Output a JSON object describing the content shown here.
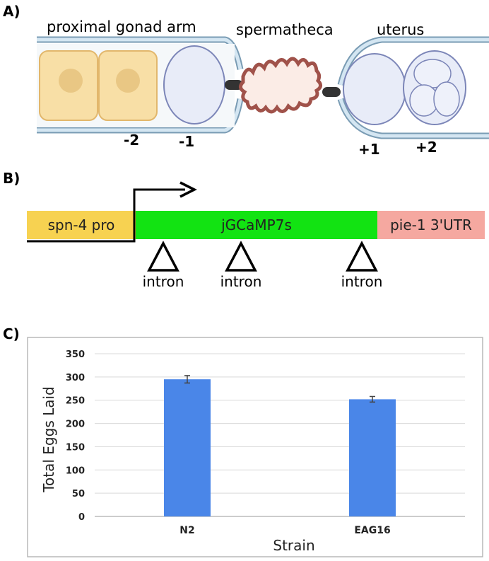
{
  "panel_a": {
    "label": "A)",
    "regions": {
      "gonad": "proximal gonad arm",
      "spermatheca": "spermatheca",
      "uterus": "uterus"
    },
    "positions": [
      "-2",
      "-1",
      "+1",
      "+2"
    ]
  },
  "panel_b": {
    "label": "B)",
    "promoter": "spn-4 pro",
    "gene": "jGCaMP7s",
    "utr": "pie-1 3'UTR",
    "intron_label": "intron",
    "colors": {
      "promoter": "#f7d251",
      "gene": "#12e312",
      "utr": "#f5a8a0"
    }
  },
  "panel_c": {
    "label": "C)",
    "chart_data": {
      "type": "bar",
      "categories": [
        "N2",
        "EAG16"
      ],
      "values": [
        295,
        252
      ],
      "errors": [
        8,
        6
      ],
      "xlabel": "Strain",
      "ylabel": "Total Eggs Laid",
      "ylim": [
        0,
        350
      ],
      "yticks": [
        0,
        50,
        100,
        150,
        200,
        250,
        300,
        350
      ],
      "grid": true,
      "bar_color": "#4a86e8"
    }
  }
}
